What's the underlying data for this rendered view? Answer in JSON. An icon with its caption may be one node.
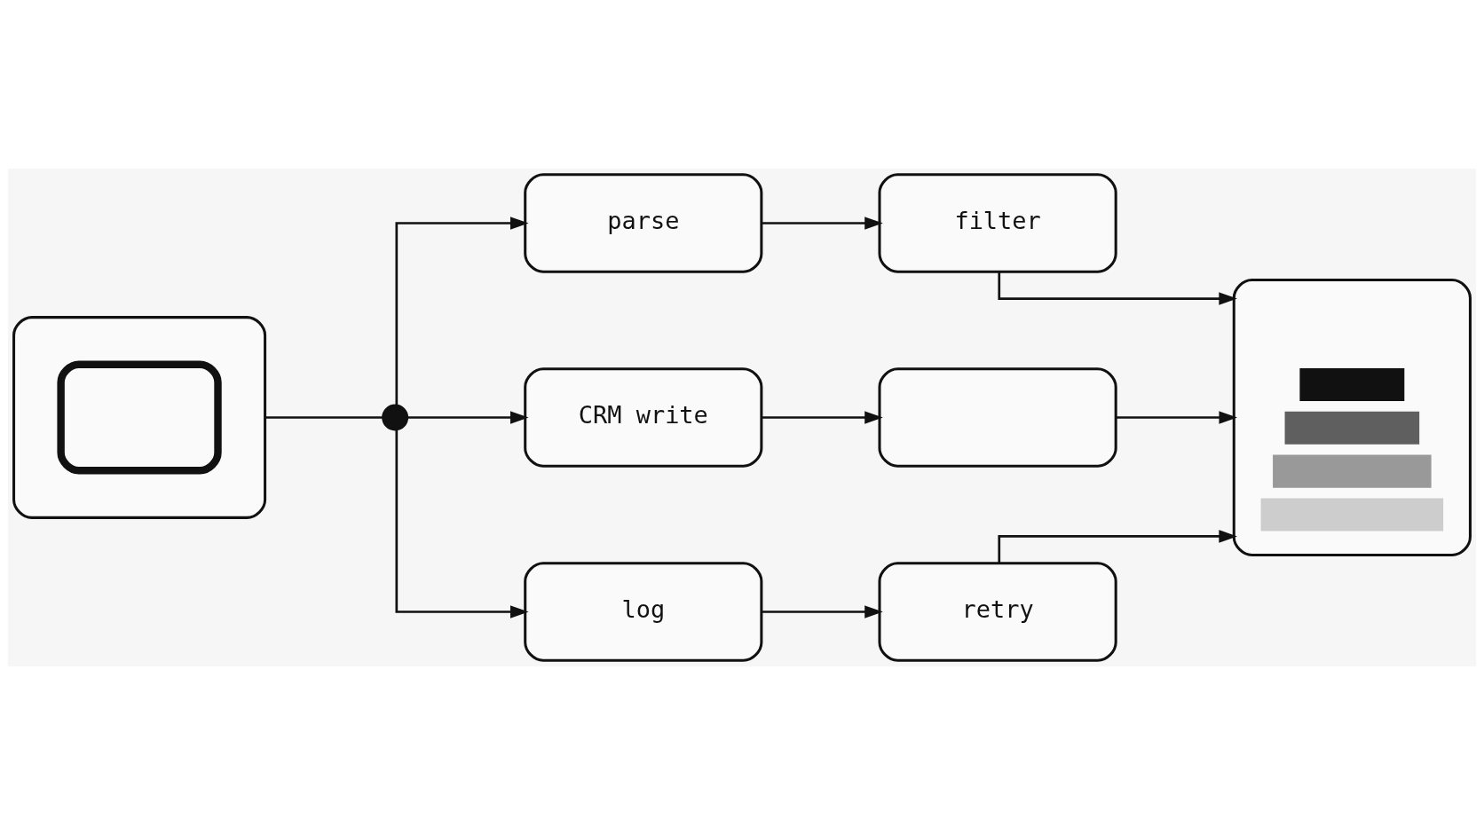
{
  "diagram": {
    "nodes": [
      {
        "text": [],
        "shape": "picture"
      },
      {
        "text": [],
        "shape": "circle"
      },
      {
        "text": [
          "parse"
        ]
      },
      {
        "text": [
          "CRM write"
        ]
      },
      {
        "text": [
          "log"
        ]
      },
      {
        "text": [
          "filter"
        ]
      },
      {
        "text": [],
        "shape": "box"
      },
      {
        "text": [
          "retry"
        ]
      },
      {
        "text": [],
        "shape": "picture"
      }
    ],
    "edges": [
      {
        "from": 0,
        "to": 1,
        "arrow": "none"
      },
      {
        "from": 1,
        "to": 2,
        "arrow": "to"
      },
      {
        "from": 1,
        "to": 3,
        "arrow": "to"
      },
      {
        "from": 1,
        "to": 4,
        "arrow": "to"
      },
      {
        "from": 2,
        "to": 5,
        "arrow": "to"
      },
      {
        "from": 3,
        "to": 6,
        "arrow": "to"
      },
      {
        "from": 4,
        "to": 7,
        "arrow": "to"
      },
      {
        "from": 5,
        "to": 8,
        "arrow": "to"
      },
      {
        "from": 6,
        "to": 8,
        "arrow": "to"
      },
      {
        "from": 7,
        "to": 8,
        "arrow": "to"
      }
    ]
  }
}
